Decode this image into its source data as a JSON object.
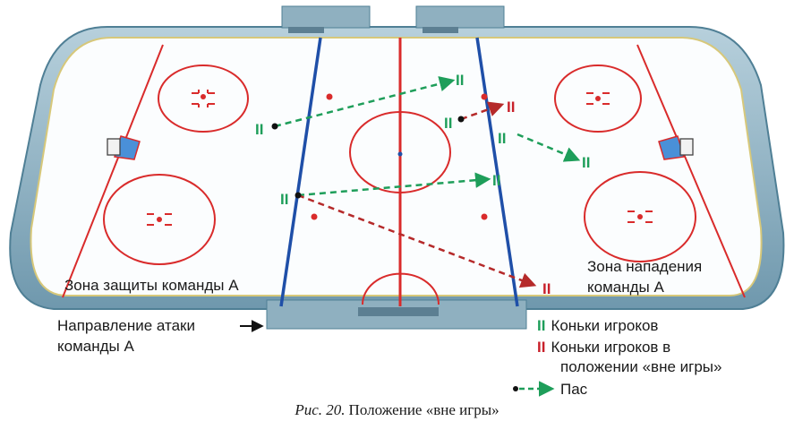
{
  "labels": {
    "defense_zone": "Зона защиты команды А",
    "attack_zone_line1": "Зона нападения",
    "attack_zone_line2": "команды А",
    "attack_direction_line1": "Направление атаки",
    "attack_direction_line2": "команды А"
  },
  "legend": {
    "onside_mark": "II",
    "onside_label": "Коньки игроков",
    "offside_mark": "II",
    "offside_label_line1": "Коньки игроков в",
    "offside_label_line2": "положении «вне игры»",
    "pass_label": "Пас"
  },
  "caption": {
    "prefix": "Рис. 20.",
    "text": "Положение «вне игры»"
  },
  "players": {
    "p1": "II",
    "p2": "II",
    "p3": "II",
    "p4": "II",
    "p5": "II",
    "p6": "II",
    "p7": "II",
    "p8": "II",
    "p9": "II"
  },
  "colors": {
    "onside": "#1e9e5a",
    "offside": "#c8202a",
    "blue_line": "#1f4fa8",
    "red_line": "#d92b2b",
    "board": "#8db4c8"
  },
  "icons": [
    "goal-crease-icon",
    "player-skates-icon",
    "arrow-right-icon"
  ]
}
